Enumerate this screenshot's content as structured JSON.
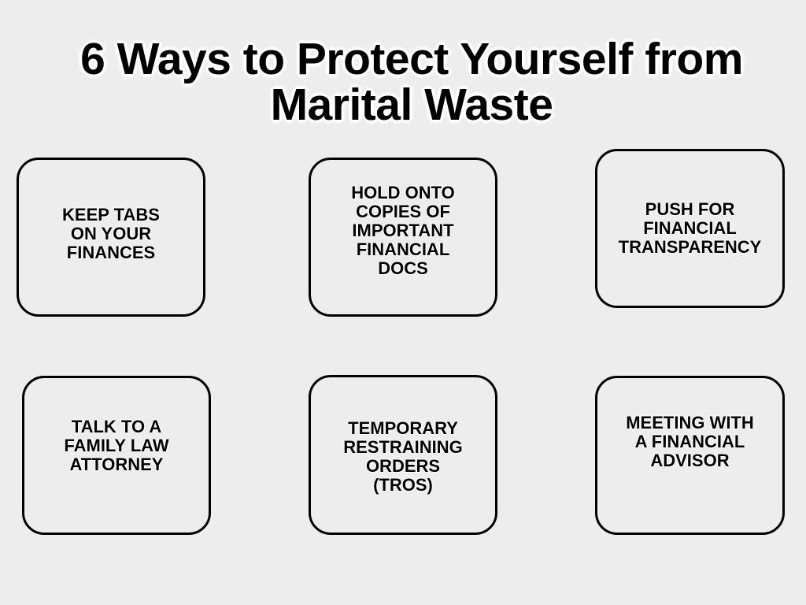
{
  "title": {
    "line1": "6 Ways to Protect Yourself from",
    "line2": "Marital Waste"
  },
  "cards": [
    {
      "label": "KEEP TABS\nON YOUR\nFINANCES"
    },
    {
      "label": "HOLD ONTO\nCOPIES OF\nIMPORTANT\nFINANCIAL\nDOCS"
    },
    {
      "label": "PUSH FOR\nFINANCIAL\nTRANSPARENCY"
    },
    {
      "label": "TALK TO A\nFAMILY LAW\nATTORNEY"
    },
    {
      "label": "TEMPORARY\nRESTRAINING\nORDERS\n(TROS)"
    },
    {
      "label": "MEETING WITH\nA FINANCIAL\nADVISOR"
    }
  ],
  "colors": {
    "background": "#ededed",
    "text": "#000000",
    "border": "#000000",
    "outline": "#ffffff"
  }
}
